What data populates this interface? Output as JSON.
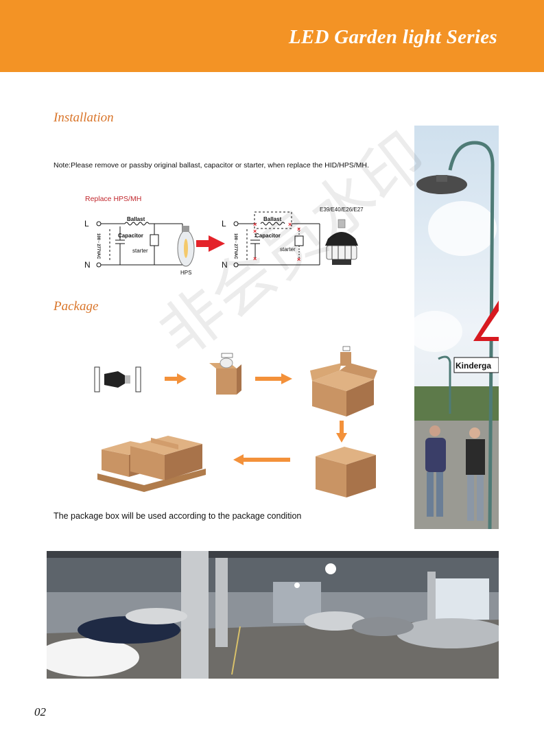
{
  "header": {
    "title": "LED Garden light Series"
  },
  "installation": {
    "title": "Installation",
    "note": "Note:Please remove or passby original ballast, capacitor or starter, when replace the HID/HPS/MH.",
    "replace_label": "Replace HPS/MH",
    "socket_label": "E39/E40/E26/E27",
    "left_circuit": {
      "line_label": "L",
      "neutral_label": "N",
      "voltage": "100 - 277VAC",
      "ballast": "Ballast",
      "capacitor": "Capacitor",
      "starter": "starter",
      "lamp": "HPS"
    },
    "right_circuit": {
      "line_label": "L",
      "neutral_label": "N",
      "voltage": "100 - 277VAC",
      "ballast": "Ballast",
      "capacitor": "Capacitor",
      "starter": "starter"
    }
  },
  "package": {
    "title": "Package",
    "caption": "The package box will be used according to the package condition"
  },
  "side_photo": {
    "sign_text": "Kinderga"
  },
  "watermark": "非会员水印",
  "page_number": "02",
  "colors": {
    "header": "#f39325",
    "section_title": "#d9752a",
    "arrow": "#f3913a",
    "red": "#c1272d"
  }
}
